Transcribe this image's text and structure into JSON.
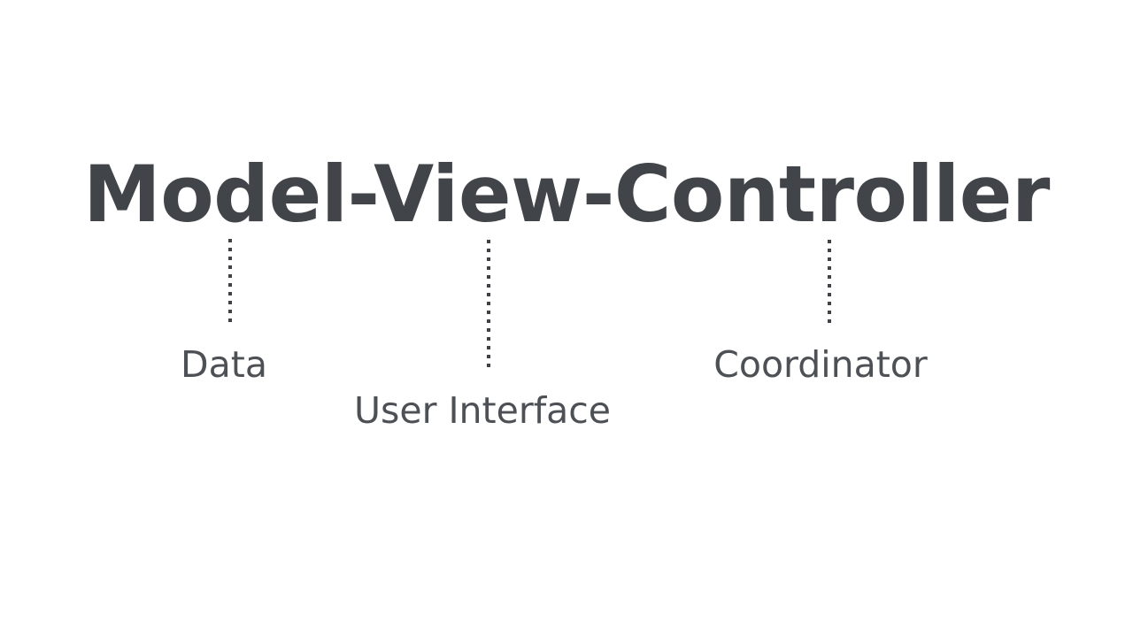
{
  "slide": {
    "background_color": "#ffffff",
    "title": {
      "text": "Model-View-Controller",
      "color": "#414549"
    },
    "label_color": "#4d5155",
    "connector_color": "#3f4347",
    "branches": [
      {
        "key": "model",
        "term": "Model",
        "label": "Data",
        "connector_name": "connector-model"
      },
      {
        "key": "view",
        "term": "View",
        "label": "User Interface",
        "connector_name": "connector-view"
      },
      {
        "key": "controller",
        "term": "Controller",
        "label": "Coordinator",
        "connector_name": "connector-controller"
      }
    ]
  }
}
